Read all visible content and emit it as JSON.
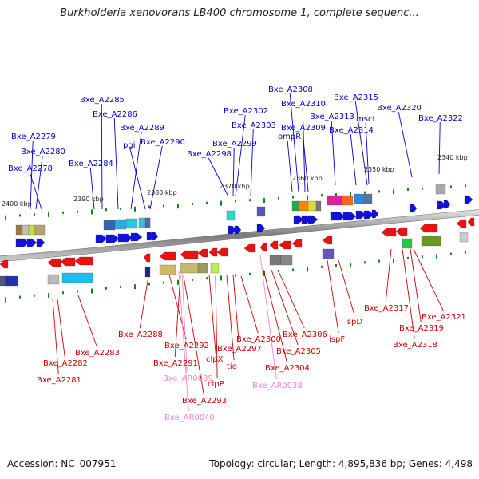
{
  "title": "Burkholderia xenovorans LB400 chromosome 1, complete sequenc...",
  "footer": {
    "accession": "Accession: NC_007951",
    "summary": "Topology: circular; Length: 4,895,836 bp; Genes: 4,498"
  },
  "colors": {
    "upper_label": "#0000cc",
    "lower_label": "#cc0000",
    "rna_label": "#ee88cc",
    "backbone": "#7f7f7f",
    "tick": "#118811"
  },
  "ticks": [
    "2400 kbp",
    "2390 kbp",
    "2380 kbp",
    "2370 kbp",
    "2360 kbp",
    "2350 kbp",
    "2340 kbp"
  ],
  "upper_labels": [
    "Bxe_A2279",
    "Bxe_A2280",
    "Bxe_A2278",
    "Bxe_A2285",
    "Bxe_A2286",
    "Bxe_A2284",
    "Bxe_A2289",
    "pgi",
    "Bxe_A2290",
    "Bxe_A2302",
    "Bxe_A2303",
    "Bxe_A2299",
    "Bxe_A2298",
    "Bxe_A2308",
    "Bxe_A2310",
    "Bxe_A2309",
    "ompR",
    "Bxe_A2313",
    "Bxe_A2315",
    "mscL",
    "Bxe_A2314",
    "Bxe_A2320",
    "Bxe_A2322"
  ],
  "lower_labels": [
    "Bxe_A2288",
    "Bxe_A2283",
    "Bxe_A2282",
    "Bxe_A2281",
    "Bxe_A2292",
    "Bxe_A2291",
    "clpX",
    "tig",
    "Bxe_A2297",
    "Bxe_A2300",
    "clpP",
    "Bxe_A2293",
    "Bxe_A2306",
    "Bxe_A2305",
    "Bxe_A2304",
    "ispD",
    "ispF",
    "Bxe_A2317",
    "Bxe_A2321",
    "Bxe_A2319",
    "Bxe_A2318"
  ],
  "rna_labels": [
    "Bxe_AR0039",
    "Bxe_AR0038",
    "Bxe_AR0040"
  ]
}
